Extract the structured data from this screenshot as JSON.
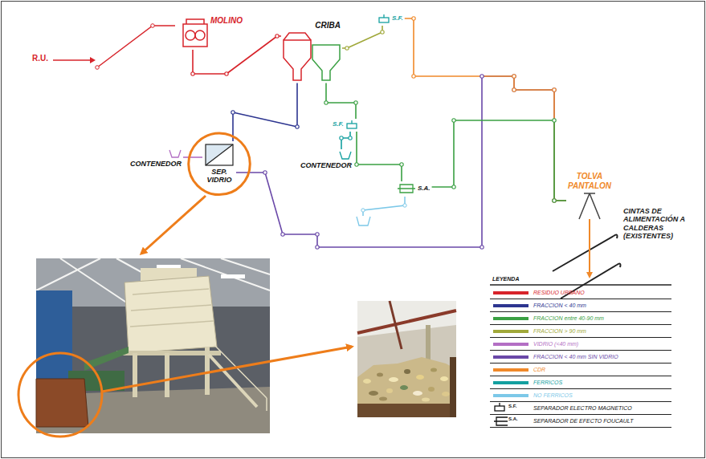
{
  "diagram": {
    "nodes": [
      {
        "text": [
          "MOLINO"
        ]
      },
      {
        "text": [
          "CRIBA"
        ]
      },
      {
        "text": [
          "S.F."
        ]
      },
      {
        "text": [
          "S.F."
        ]
      },
      {
        "text": [
          "CONTENEDOR"
        ]
      },
      {
        "text": [
          "SEP. VIDRIO"
        ]
      },
      {
        "text": [
          "CONTENEDOR"
        ]
      },
      {
        "text": [
          "S.A."
        ]
      },
      {
        "text": [
          "TOLVA PANTALON"
        ]
      }
    ],
    "edges": [
      {
        "from": 0,
        "to": 1,
        "arrow": "none"
      },
      {
        "from": 1,
        "to": 2,
        "arrow": "none"
      },
      {
        "from": 1,
        "to": 3,
        "arrow": "none"
      },
      {
        "from": 1,
        "to": 5,
        "arrow": "none"
      },
      {
        "from": 3,
        "to": 6,
        "arrow": "none"
      },
      {
        "from": 3,
        "to": 7,
        "arrow": "none"
      },
      {
        "from": 5,
        "to": 4,
        "arrow": "none"
      },
      {
        "from": 5,
        "to": 8,
        "arrow": "none"
      },
      {
        "from": 2,
        "to": 8,
        "arrow": "none"
      },
      {
        "from": 7,
        "to": 8,
        "arrow": "none"
      }
    ],
    "labels": [
      "R.U.",
      "CINTAS DE ALIMENTACIÓN A CALDERAS (EXISTENTES)",
      "LEYENDA",
      "S.F.",
      "S.A."
    ],
    "legend": [
      {
        "text": "RESIDUO URBANO",
        "color": "#d7242b"
      },
      {
        "text": "FRACCION < 40 mm",
        "color": "#2d3590"
      },
      {
        "text": "FRACCION entre 40-90 mm",
        "color": "#3aa043"
      },
      {
        "text": "FRACCION > 90 mm",
        "color": "#a0a83a"
      },
      {
        "text": "VIDRIO (<40 mm)",
        "color": "#b36fc4"
      },
      {
        "text": "FRACCION < 40 mm SIN VIDRIO",
        "color": "#6a48a8"
      },
      {
        "text": "CDR",
        "color": "#f0892a"
      },
      {
        "text": "FERRICOS",
        "color": "#14a0a0"
      },
      {
        "text": "NO FERRICOS",
        "color": "#7cc8e8"
      },
      {
        "text": "SEPARADOR ELECTRO MAGNETICO"
      },
      {
        "text": "SEPARADOR DE EFECTO FOUCAULT"
      }
    ]
  }
}
